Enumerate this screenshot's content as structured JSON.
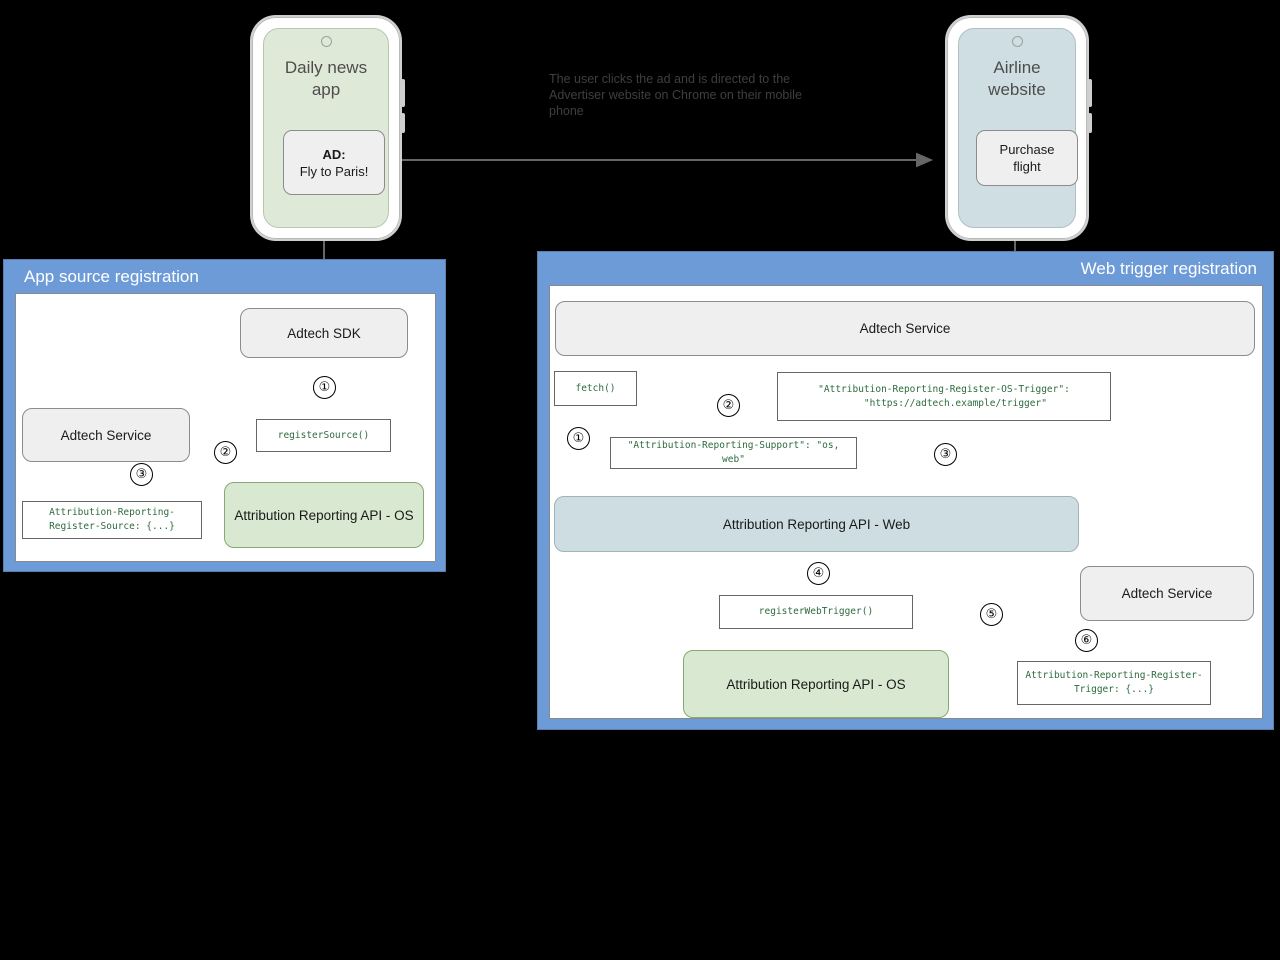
{
  "diagram": {
    "caption": "The user clicks the ad and is directed to the Advertiser website on Chrome on their mobile phone"
  },
  "phones": {
    "left": {
      "title": "Daily news app",
      "card_line1": "AD:",
      "card_line2": "Fly to Paris!"
    },
    "right": {
      "title": "Airline website",
      "card_line1": "Purchase",
      "card_line2": "flight"
    }
  },
  "left_panel": {
    "title": "App source registration",
    "nodes": {
      "adtech_sdk": "Adtech SDK",
      "adtech_service": "Adtech Service",
      "api_os": "Attribution Reporting API - OS"
    },
    "code": {
      "register_source": "registerSource()",
      "register_source_header": "Attribution-Reporting-Register-Source: {...}"
    },
    "steps": {
      "s1": "①",
      "s2": "②",
      "s3": "③"
    }
  },
  "right_panel": {
    "title": "Web trigger registration",
    "nodes": {
      "adtech_service_top": "Adtech Service",
      "api_web": "Attribution Reporting API - Web",
      "api_os": "Attribution Reporting API - OS",
      "adtech_service_bottom": "Adtech Service"
    },
    "code": {
      "fetch": "fetch()",
      "os_trigger_header": "\"Attribution-Reporting-Register-OS-Trigger\":\n    \"https://adtech.example/trigger\"",
      "support_header": "\"Attribution-Reporting-Support\": \"os, web\"",
      "register_web_trigger": "registerWebTrigger()",
      "register_trigger_header": "Attribution-Reporting-Register-Trigger: {...}"
    },
    "steps": {
      "s1": "①",
      "s2": "②",
      "s3": "③",
      "s4": "④",
      "s5": "⑤",
      "s6": "⑥"
    }
  },
  "colors": {
    "panel_blue": "#6c9bd8",
    "node_grey": "#efefef",
    "node_green": "#d9e8d0",
    "node_blue": "#cedde1",
    "code_text": "#2e6b3e",
    "arrow": "#666666"
  }
}
